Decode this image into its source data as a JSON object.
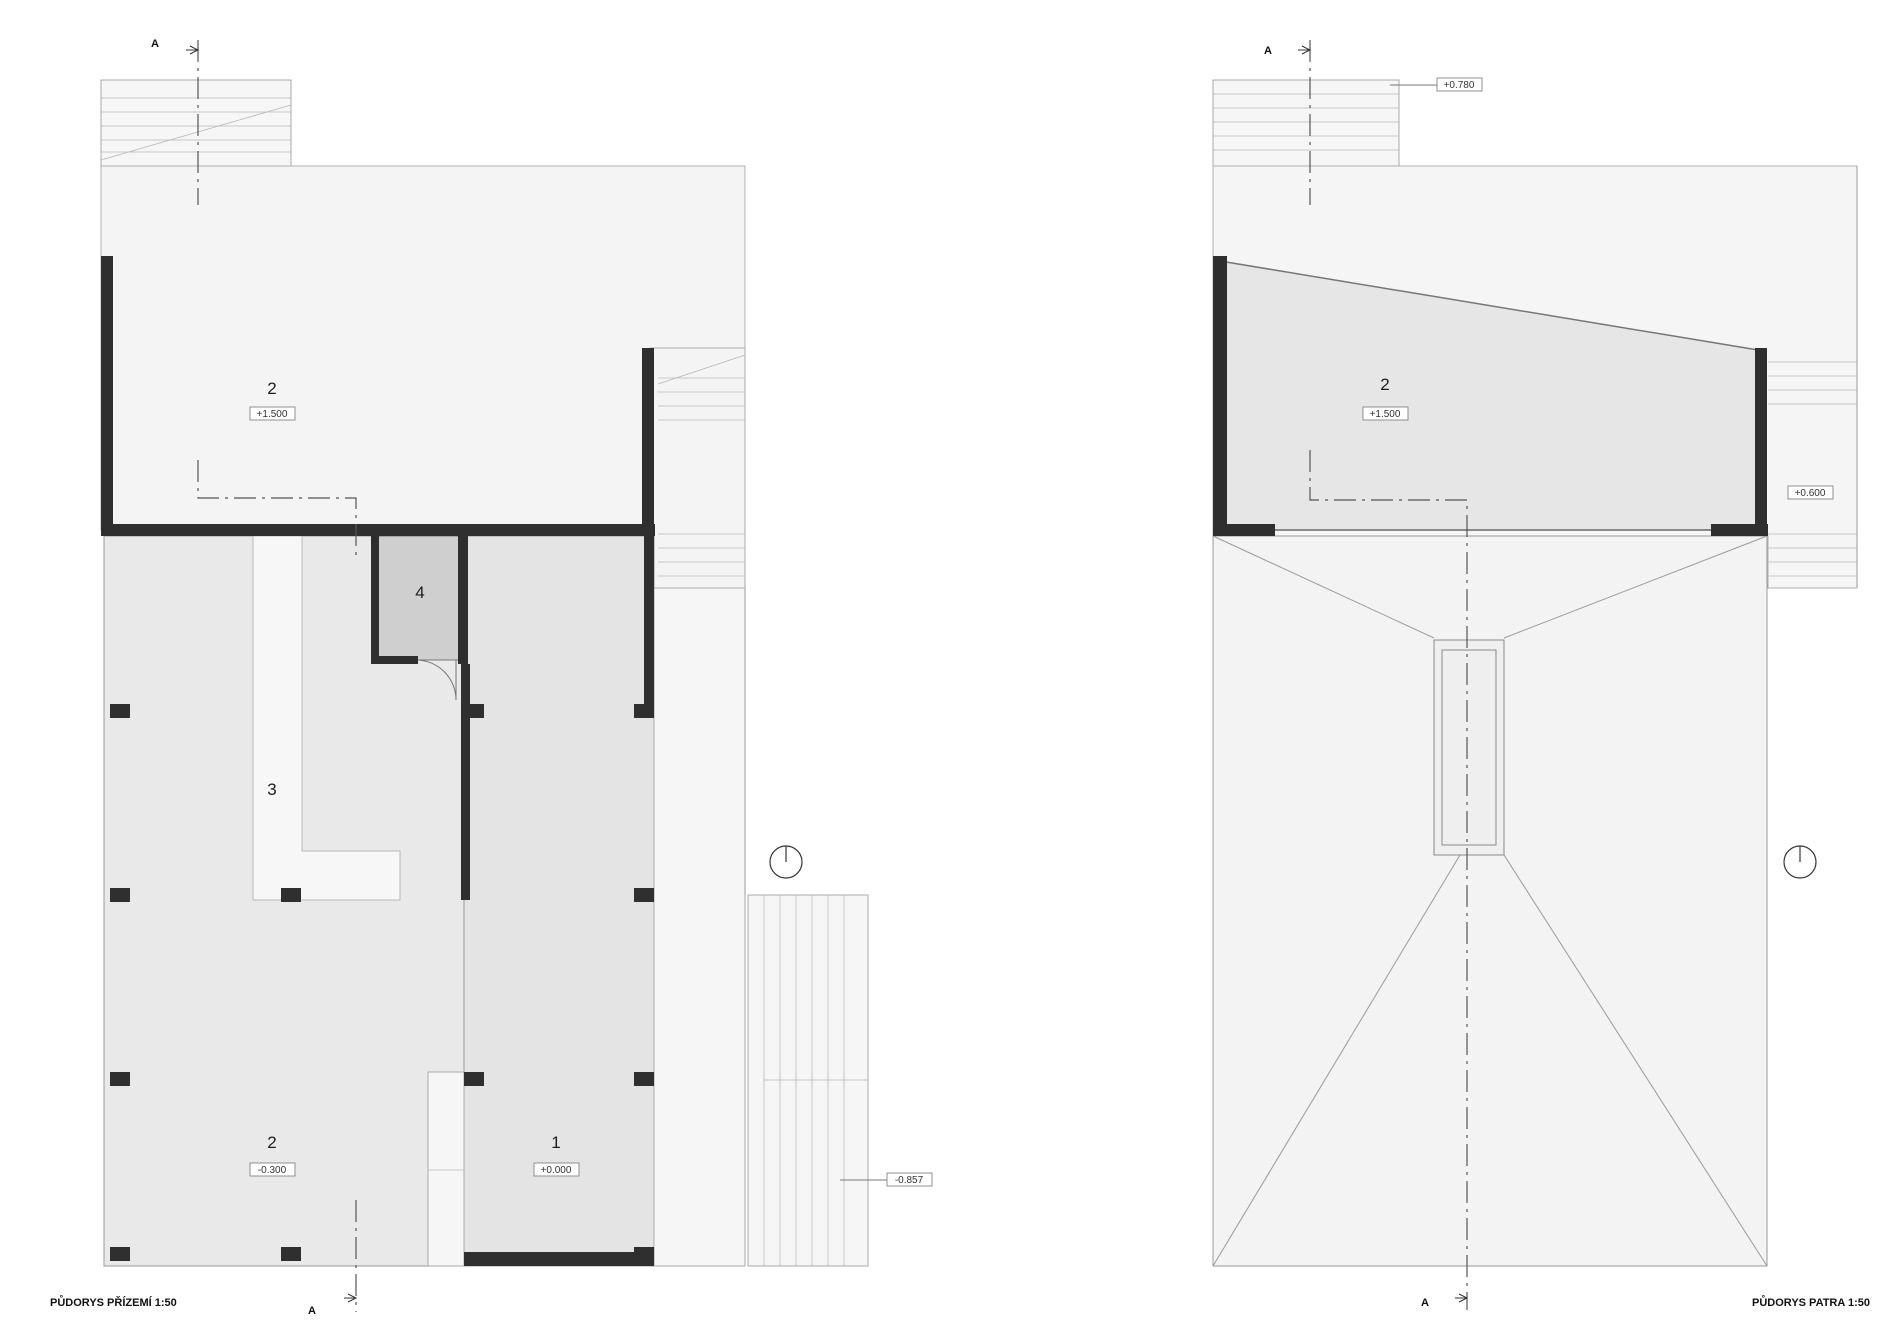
{
  "plans": [
    {
      "caption": "PŮDORYS PŘÍZEMÍ 1:50",
      "rooms": [
        {
          "number": "2",
          "level": "+1.500"
        },
        {
          "number": "4"
        },
        {
          "number": "3"
        },
        {
          "number": "2",
          "level": "-0.300"
        },
        {
          "number": "1",
          "level": "+0.000"
        }
      ],
      "external_level": "-0.857",
      "section_marks": [
        "A",
        "A"
      ]
    },
    {
      "caption": "PŮDORYS PATRA 1:50",
      "rooms": [
        {
          "number": "2",
          "level": "+1.500"
        }
      ],
      "stair_levels": [
        "+0.780",
        "+0.600"
      ],
      "section_marks": [
        "A",
        "A"
      ]
    }
  ],
  "colors": {
    "wall": "#2f2f2f",
    "floor_light": "#f3f3f3",
    "floor_mid": "#e6e6e6",
    "floor_dark": "#cdcdcd",
    "line": "#9a9a9a"
  }
}
